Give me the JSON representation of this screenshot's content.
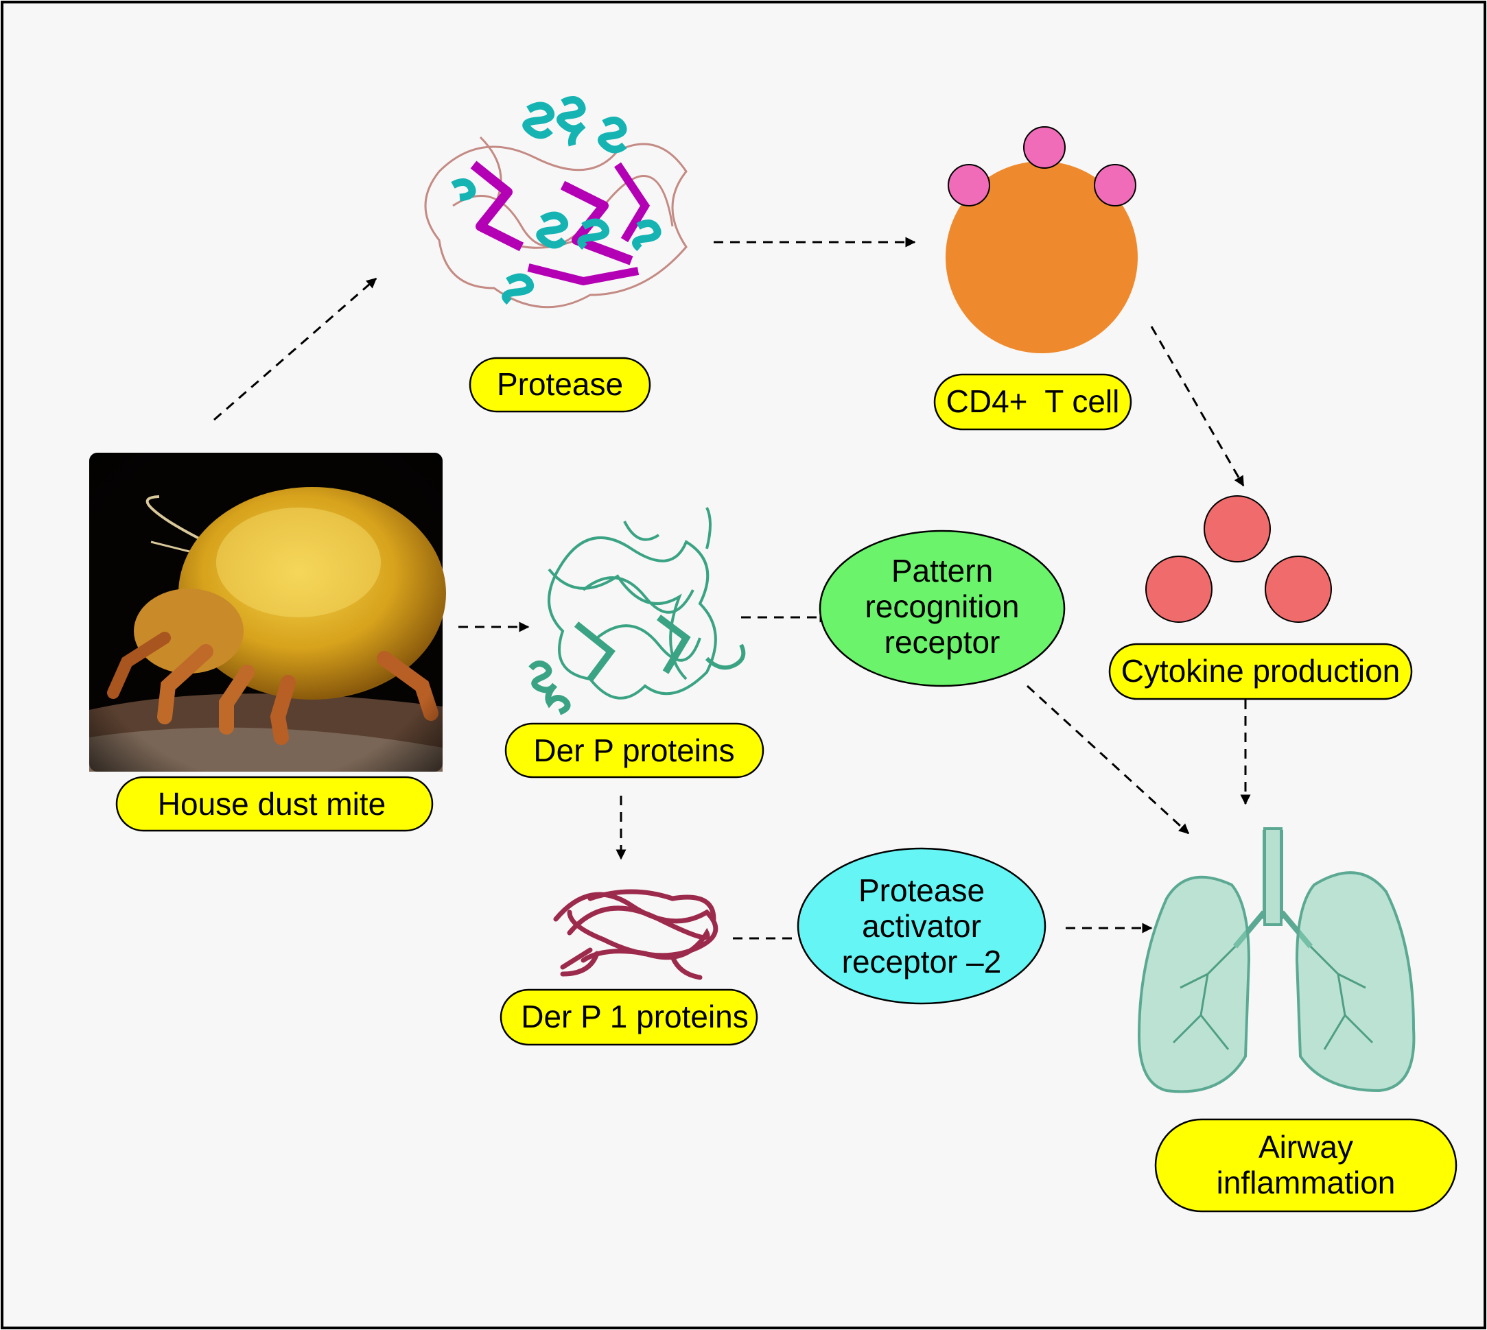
{
  "labels": {
    "house_dust_mite": "House dust mite",
    "protease": "Protease",
    "cd4_t_cell": "CD4+  T cell",
    "cytokine_production": "Cytokine production",
    "der_p_proteins": "Der P proteins",
    "der_p1_proteins": "Der P 1 proteins",
    "pattern_recognition_receptor": [
      "Pattern",
      "recognition",
      "receptor"
    ],
    "protease_activator_receptor": [
      "Protease",
      "activator",
      "receptor –2"
    ],
    "airway_inflammation": [
      "Airway",
      "inflammation"
    ]
  },
  "colors": {
    "label_fill": "#ffff00",
    "pattern_receptor_fill": "#6bf36b",
    "protease_receptor_fill": "#66f5f5",
    "t_cell_body": "#ee8a2d",
    "t_cell_dots": "#f06bb8",
    "cytokine_dots": "#f06b6b",
    "lung": "#8cd1b8",
    "arrow": "#000000"
  },
  "icons": {
    "mite": "house-dust-mite-photo-icon",
    "protease": "protease-protein-structure-icon",
    "der_p": "der-p-protein-structure-icon",
    "der_p1": "der-p1-protein-strand-icon",
    "lungs": "lungs-icon"
  }
}
